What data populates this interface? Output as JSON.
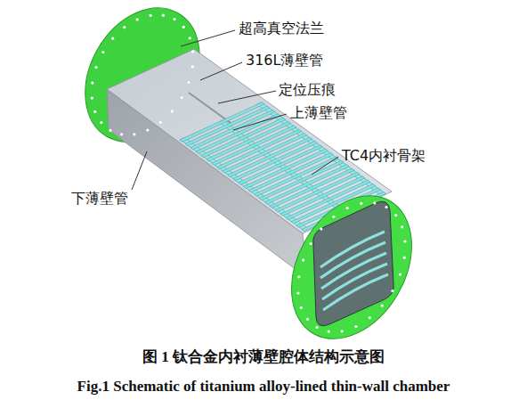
{
  "diagram": {
    "caption": "图 1 钛合金内衬薄壁腔体结构示意图",
    "labels": [
      "超高真空法兰",
      "316L薄壁管",
      "定位压痕",
      "上薄壁管",
      "TC4内衬骨架",
      "下薄壁管",
      "Fig.1 Schematic of titanium alloy-lined thin-wall chamber"
    ]
  }
}
